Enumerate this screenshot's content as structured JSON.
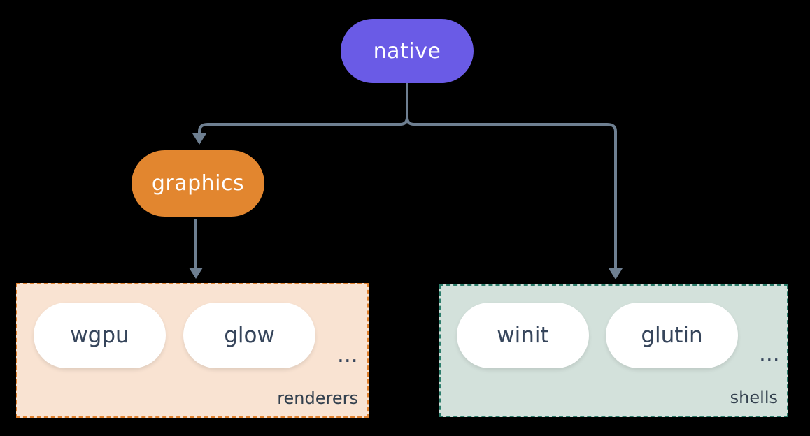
{
  "colors": {
    "background": "#000000",
    "native_fill": "#6a5be6",
    "graphics_fill": "#e2862f",
    "renderers_bg": "#f9e3d2",
    "renderers_border": "#e0812f",
    "shells_bg": "#d3e1db",
    "shells_border": "#2c7d6b",
    "connector": "#6e7f91",
    "pill_text": "#36455b",
    "node_text": "#ffffff",
    "label_text": "#33404e"
  },
  "nodes": {
    "native": {
      "label": "native"
    },
    "graphics": {
      "label": "graphics"
    }
  },
  "groups": [
    {
      "label": "renderers",
      "items": [
        "wgpu",
        "glow"
      ],
      "ellipsis": "..."
    },
    {
      "label": "shells",
      "items": [
        "winit",
        "glutin"
      ],
      "ellipsis": "..."
    }
  ],
  "edges": [
    {
      "from": "native",
      "to": "graphics"
    },
    {
      "from": "native",
      "to": "shells"
    },
    {
      "from": "graphics",
      "to": "renderers"
    }
  ]
}
